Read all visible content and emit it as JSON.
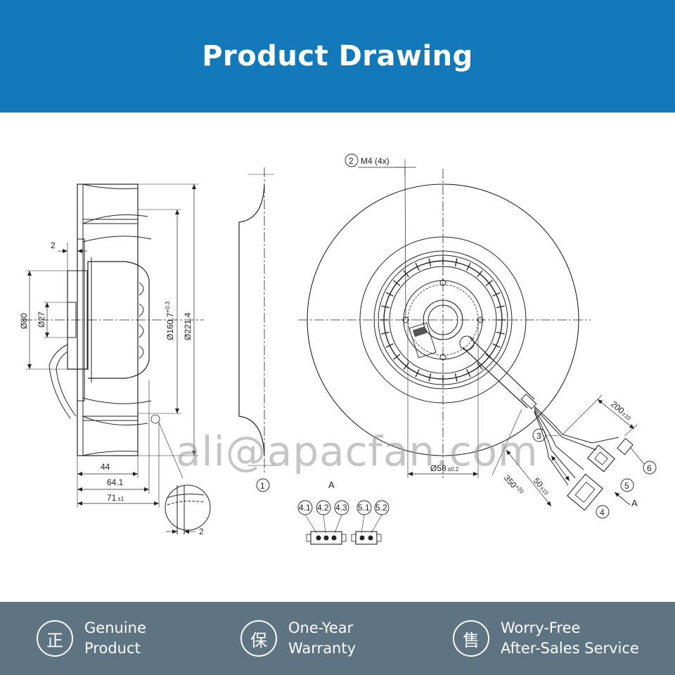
{
  "header": {
    "title": "Product Drawing"
  },
  "watermark": "ali@apacfan.com",
  "side_view": {
    "dim_2_top": "2",
    "dim_80": "Ø80",
    "dim_27": "Ø27",
    "dim_44": "44",
    "dim_64": "64.1",
    "dim_71": "71",
    "dim_71_tol": "±1",
    "dim_160": "Ø160.7",
    "dim_160_tol": "+0.3",
    "dim_221": "Ø221.4",
    "dim_2_detail": "2"
  },
  "profile_view": {
    "marker_1": "1"
  },
  "connector": {
    "title": "A",
    "pins": [
      "4.1",
      "4.2",
      "4.3",
      "5.1",
      "5.2"
    ]
  },
  "front_view": {
    "marker_2": "2",
    "mount_label": "M4 (4x)",
    "dim_58": "Ø58",
    "dim_58_tol": "±0.2",
    "dim_200": "200",
    "dim_200_tol": "±10",
    "dim_350": "350",
    "dim_350_tol": "+20",
    "dim_50": "50",
    "dim_50_tol": "±10",
    "marker_3": "3",
    "marker_4": "4",
    "marker_5": "5",
    "marker_6": "6",
    "view_a": "A"
  },
  "footer": {
    "items": [
      {
        "icon": "正",
        "line1": "Genuine",
        "line2": "Product"
      },
      {
        "icon": "保",
        "line1": "One-Year",
        "line2": "Warranty"
      },
      {
        "icon": "售",
        "line1": "Worry-Free",
        "line2": "After-Sales Service"
      }
    ]
  }
}
